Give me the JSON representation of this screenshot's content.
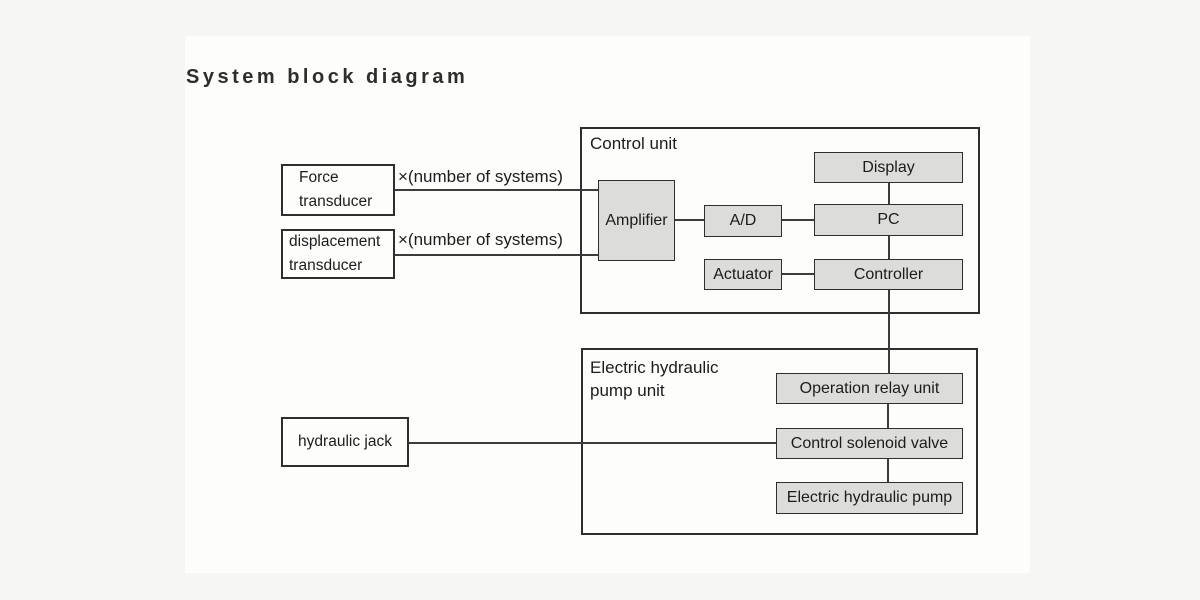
{
  "title": "System block diagram",
  "colors": {
    "page_background": "#f6f6f4",
    "panel_background": "#fdfdfc",
    "node_fill": "#dcdcda",
    "border": "#2e2e2e",
    "line": "#3c3c3c",
    "text": "#1c1c1c"
  },
  "control_unit": {
    "label": "Control unit",
    "amplifier": "Amplifier",
    "ad_converter": "A/D",
    "display": "Display",
    "pc": "PC",
    "actuator": "Actuator",
    "controller": "Controller"
  },
  "pump_unit": {
    "label": "Electric hydraulic\npump unit",
    "operation_relay_unit": "Operation relay unit",
    "control_solenoid_valve": "Control solenoid valve",
    "electric_hydraulic_pump": "Electric hydraulic pump"
  },
  "external": {
    "force_transducer": "Force\ntransducer",
    "displacement_transducer": "displacement\ntransducer",
    "multiplier_note_force": "×(number of systems)",
    "multiplier_note_displacement": "×(number of systems)",
    "hydraulic_jack": "hydraulic jack"
  }
}
